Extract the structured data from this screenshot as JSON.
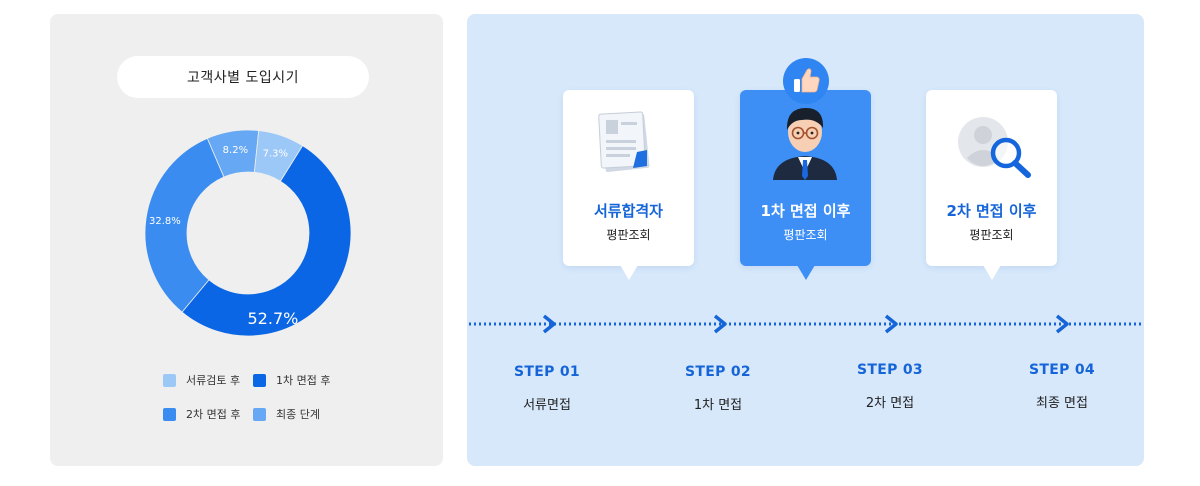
{
  "left_panel": {
    "title": "고객사별 도입시기"
  },
  "chart_data": {
    "type": "pie",
    "style": "donut",
    "slices": [
      {
        "label": "1차 면접 후",
        "value": 52.7,
        "value_label": "52.7%",
        "color": "#0a66e4"
      },
      {
        "label": "2차 면접 후",
        "value": 32.8,
        "value_label": "32.8%",
        "color": "#3a8cf0"
      },
      {
        "label": "최종 단계",
        "value": 8.2,
        "value_label": "8.2%",
        "color": "#66a8f4"
      },
      {
        "label": "서류검토 후",
        "value": 7.3,
        "value_label": "7.3%",
        "color": "#9cc8f8"
      }
    ],
    "legend": [
      {
        "label": "서류검토 후",
        "color": "#9cc8f8"
      },
      {
        "label": "1차 면접 후",
        "color": "#0a66e4"
      },
      {
        "label": "2차 면접 후",
        "color": "#3a8cf0"
      },
      {
        "label": "최종 단계",
        "color": "#66a8f4"
      }
    ]
  },
  "cards": [
    {
      "title": "서류합격자",
      "subtitle": "평판조회",
      "icon": "document-icon",
      "active": false
    },
    {
      "title": "1차 면접 이후",
      "subtitle": "평판조회",
      "icon": "person-icon",
      "active": true
    },
    {
      "title": "2차 면접 이후",
      "subtitle": "평판조회",
      "icon": "profile-search-icon",
      "active": false
    }
  ],
  "badge_icon": "thumbs-up-icon",
  "steps": [
    {
      "number": "STEP 01",
      "label": "서류면접"
    },
    {
      "number": "STEP 02",
      "label": "1차 면접"
    },
    {
      "number": "STEP 03",
      "label": "2차 면접"
    },
    {
      "number": "STEP 04",
      "label": "최종 면접"
    }
  ],
  "colors": {
    "left_bg": "#efefef",
    "right_bg": "#d7e8fb",
    "accent": "#1665d8",
    "active_card": "#3d8ff5"
  }
}
